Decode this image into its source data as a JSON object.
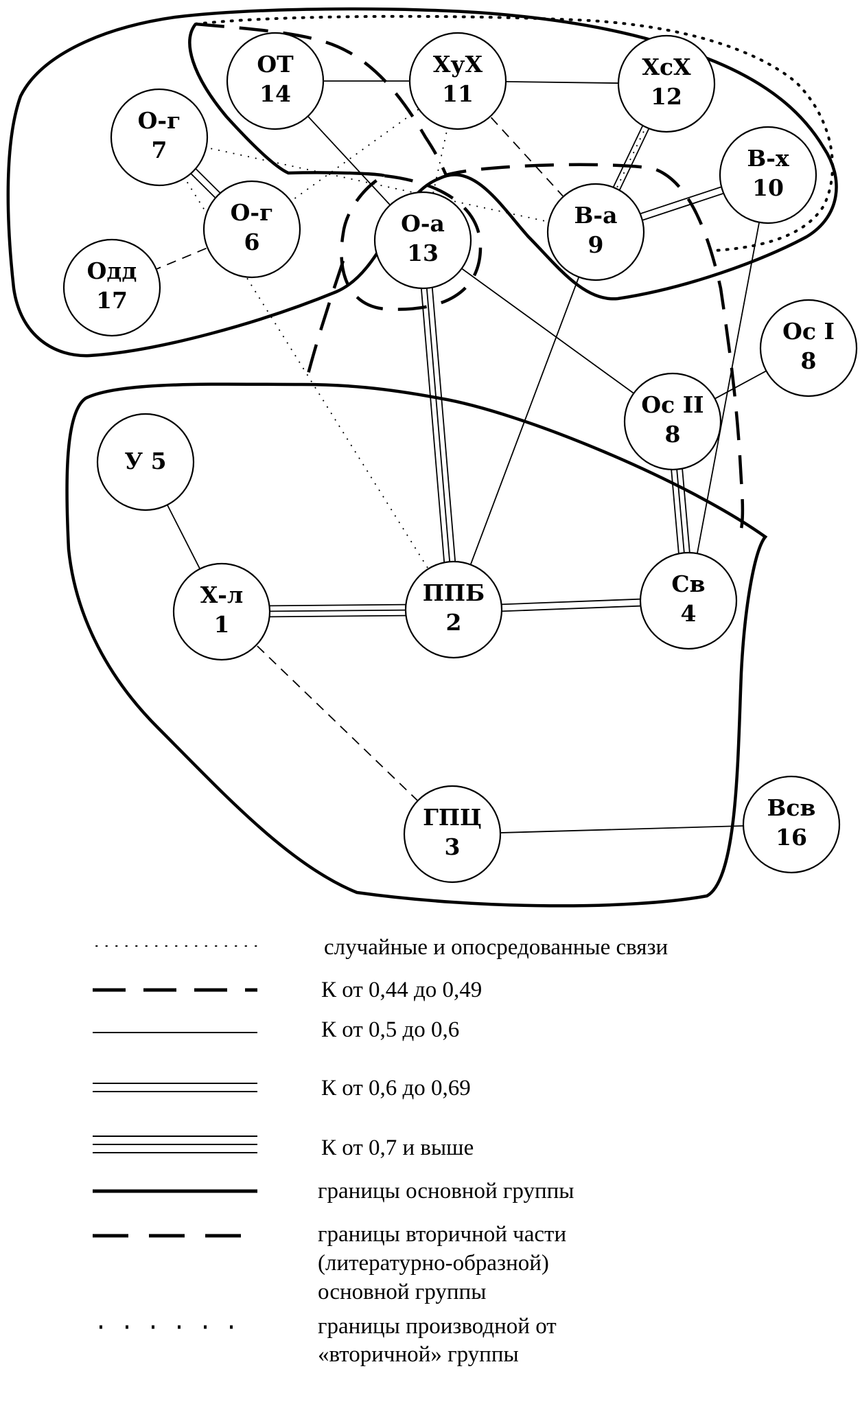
{
  "nodes": [
    {
      "id": "ot14",
      "l1": "ОТ",
      "l2": "14"
    },
    {
      "id": "xyx11",
      "l1": "ХуХ",
      "l2": "11"
    },
    {
      "id": "xcx12",
      "l1": "ХсХ",
      "l2": "12"
    },
    {
      "id": "og7",
      "l1": "О-г",
      "l2": "7"
    },
    {
      "id": "og6",
      "l1": "О-г",
      "l2": "6"
    },
    {
      "id": "odd17",
      "l1": "Одд",
      "l2": "17"
    },
    {
      "id": "oa13",
      "l1": "О-а",
      "l2": "13"
    },
    {
      "id": "va9",
      "l1": "В-а",
      "l2": "9"
    },
    {
      "id": "vx10",
      "l1": "В-х",
      "l2": "10"
    },
    {
      "id": "os1",
      "l1": "Ос I",
      "l2": "8"
    },
    {
      "id": "os2",
      "l1": "Ос II",
      "l2": "8"
    },
    {
      "id": "y5",
      "l1": "У 5",
      "l2": ""
    },
    {
      "id": "xl1",
      "l1": "Х-л",
      "l2": "1"
    },
    {
      "id": "ppb2",
      "l1": "ППБ",
      "l2": "2"
    },
    {
      "id": "sv4",
      "l1": "Св",
      "l2": "4"
    },
    {
      "id": "gpc3",
      "l1": "ГПЦ",
      "l2": "3"
    },
    {
      "id": "vsv16",
      "l1": "Всв",
      "l2": "16"
    }
  ],
  "edges": [
    {
      "from": "ot14",
      "to": "xyx11",
      "style": "solid"
    },
    {
      "from": "xyx11",
      "to": "xcx12",
      "style": "solid"
    },
    {
      "from": "xcx12",
      "to": "va9",
      "style": "double"
    },
    {
      "from": "va9",
      "to": "vx10",
      "style": "double"
    },
    {
      "from": "og7",
      "to": "og6",
      "style": "double"
    },
    {
      "from": "og6",
      "to": "odd17",
      "style": "dashed"
    },
    {
      "from": "ot14",
      "to": "oa13",
      "style": "solid"
    },
    {
      "from": "xyx11",
      "to": "oa13",
      "style": "dotted"
    },
    {
      "from": "xyx11",
      "to": "va9",
      "style": "dashed"
    },
    {
      "from": "og7",
      "to": "va9",
      "style": "dotted"
    },
    {
      "from": "og6",
      "to": "xyx11",
      "style": "dotted"
    },
    {
      "from": "xcx12",
      "to": "va9",
      "style": "dotted"
    },
    {
      "from": "og7",
      "to": "ppb2",
      "style": "dotted"
    },
    {
      "from": "oa13",
      "to": "ppb2",
      "style": "triple"
    },
    {
      "from": "oa13",
      "to": "os2",
      "style": "solid"
    },
    {
      "from": "va9",
      "to": "ppb2",
      "style": "solid"
    },
    {
      "from": "vx10",
      "to": "sv4",
      "style": "solid"
    },
    {
      "from": "os1",
      "to": "os2",
      "style": "solid"
    },
    {
      "from": "os2",
      "to": "sv4",
      "style": "triple"
    },
    {
      "from": "y5",
      "to": "xl1",
      "style": "solid"
    },
    {
      "from": "xl1",
      "to": "ppb2",
      "style": "triple"
    },
    {
      "from": "ppb2",
      "to": "sv4",
      "style": "double"
    },
    {
      "from": "xl1",
      "to": "gpc3",
      "style": "dashed"
    },
    {
      "from": "gpc3",
      "to": "vsv16",
      "style": "solid"
    }
  ],
  "legend": [
    {
      "style": "dotted",
      "label": "случайные и опосредованные связи"
    },
    {
      "style": "bold-dashed",
      "label": "К от 0,44 до 0,49"
    },
    {
      "style": "solid",
      "label": "К от 0,5 до 0,6"
    },
    {
      "style": "double",
      "label": "К от 0,6 до 0,69"
    },
    {
      "style": "triple",
      "label": "К от 0,7 и выше"
    },
    {
      "style": "bold",
      "label": "границы основной группы"
    },
    {
      "style": "bold-dashed-long",
      "label": [
        "границы вторичной части",
        "(литературно-образной)",
        "основной группы"
      ]
    },
    {
      "style": "bold-dotted",
      "label": [
        "границы производной от",
        "«вторичной» группы"
      ]
    }
  ]
}
